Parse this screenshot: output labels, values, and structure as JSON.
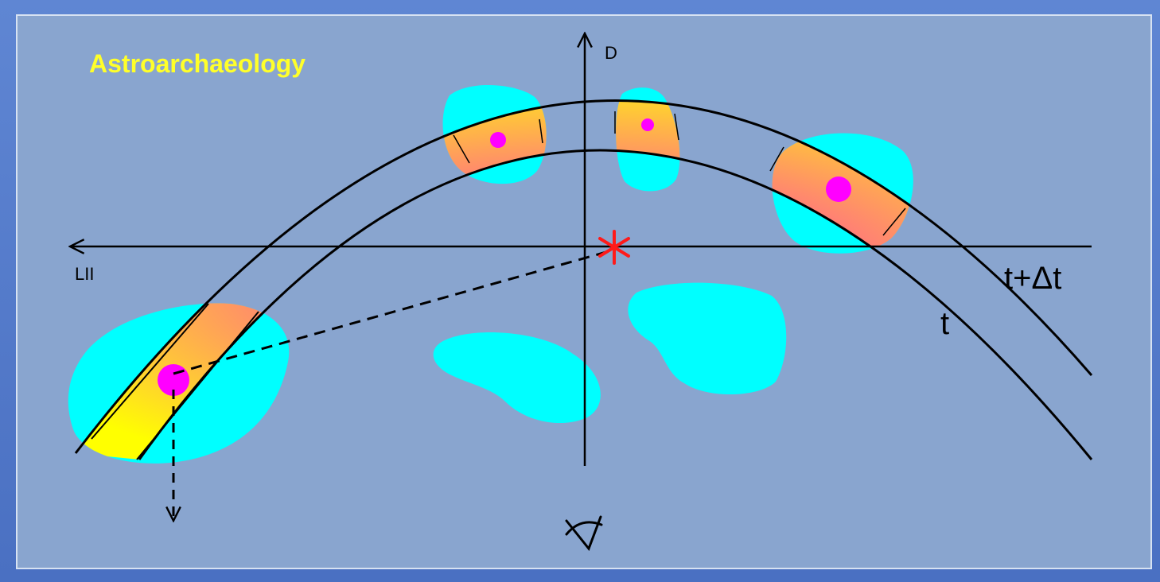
{
  "title": "Astroarchaeology",
  "axis": {
    "vertical_label": "D",
    "horizontal_label": "LII"
  },
  "curves": {
    "outer_label": "t+Δt",
    "inner_label": "t"
  },
  "colors": {
    "background": "#89a5cf",
    "cloud": "#00ffff",
    "band_edge": "#ffff00",
    "band_center": "#ff4fa8",
    "source_dot": "#ff00ff",
    "title": "#ffff2a",
    "marker": "#ff1a1a"
  },
  "icons": {
    "center_marker": "asterisk-icon",
    "observer": "observer-eye-icon"
  }
}
